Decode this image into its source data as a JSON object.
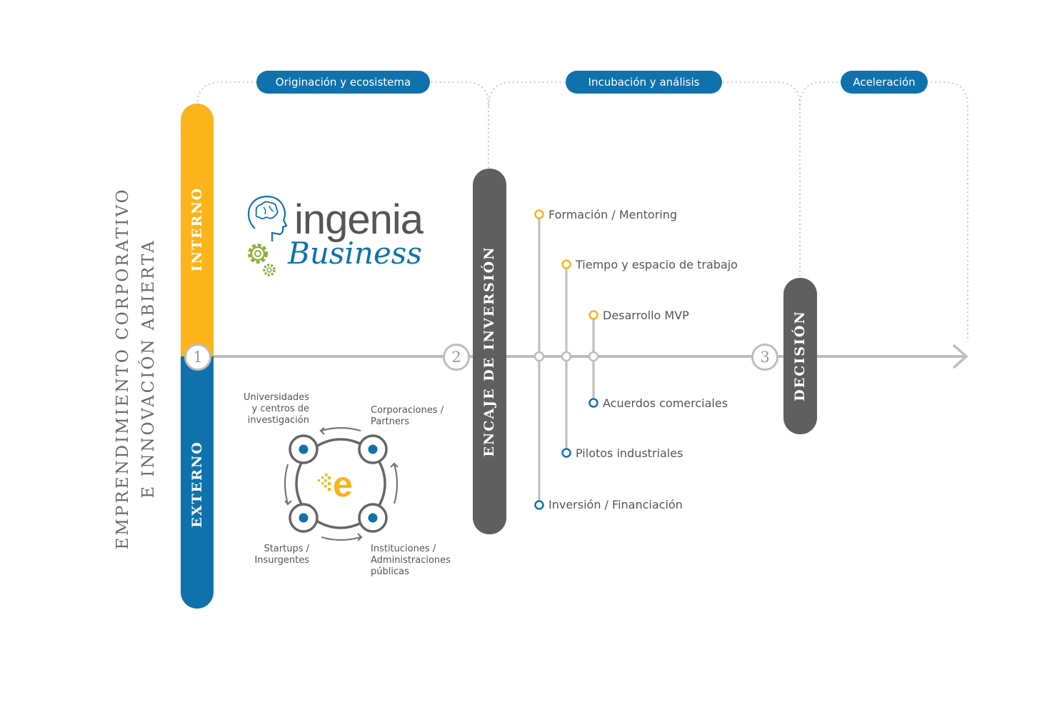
{
  "side_title": {
    "line1": "EMPRENDIMIENTO CORPORATIVO",
    "line2": "E INNOVACIÓN ABIERTA"
  },
  "phases": [
    {
      "label": "Originación y ecosistema"
    },
    {
      "label": "Incubación y análisis"
    },
    {
      "label": "Aceleración"
    }
  ],
  "bars": {
    "internal": "INTERNO",
    "external": "EXTERNO",
    "fit": "ENCAJE DE INVERSIÓN",
    "decision": "DECISIÓN"
  },
  "steps": [
    "1",
    "2",
    "3"
  ],
  "logo": {
    "word1": "ingenia",
    "word2": "Business"
  },
  "ecosystem": {
    "center_letter": "e",
    "nodes": [
      {
        "label": "Universidades\ny centros de\ninvestigación"
      },
      {
        "label": "Corporaciones /\nPartners"
      },
      {
        "label": "Startups /\nInsurgentes"
      },
      {
        "label": "Instituciones /\nAdministraciones\npúblicas"
      }
    ]
  },
  "branches": [
    {
      "label": "Formación / Mentoring",
      "kind": "internal"
    },
    {
      "label": "Tiempo y espacio de trabajo",
      "kind": "internal"
    },
    {
      "label": "Desarrollo MVP",
      "kind": "internal"
    },
    {
      "label": "Acuerdos comerciales",
      "kind": "external"
    },
    {
      "label": "Pilotos industriales",
      "kind": "external"
    },
    {
      "label": "Inversión / Financiación",
      "kind": "external"
    }
  ],
  "colors": {
    "yellow": "#fbb41a",
    "blue": "#0f72ad",
    "dark_gray": "#5f5f5f",
    "line_gray": "#bdbdbd",
    "logo_green": "#8cb43c",
    "logo_text": "#555555"
  }
}
